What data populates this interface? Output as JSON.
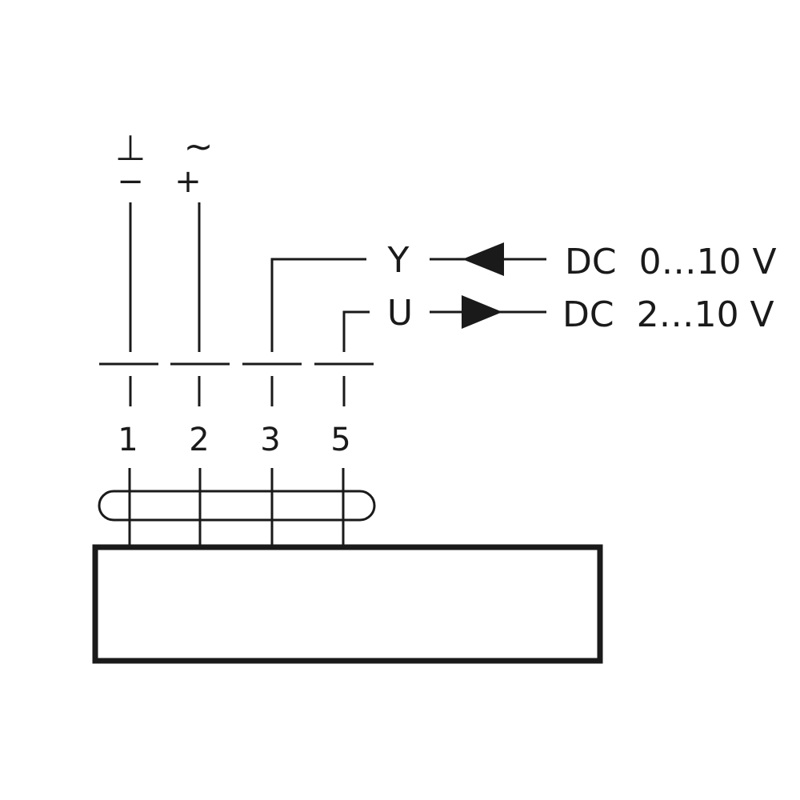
{
  "diagram": {
    "terminals": [
      {
        "number": "1",
        "symbol_top": "⊥",
        "symbol_bottom": "−"
      },
      {
        "number": "2",
        "symbol_top": "~",
        "symbol_bottom": "+"
      },
      {
        "number": "3"
      },
      {
        "number": "5"
      }
    ],
    "signals": [
      {
        "letter": "Y",
        "description": "DC  0…10 V",
        "direction": "input"
      },
      {
        "letter": "U",
        "description": "DC  2…10 V",
        "direction": "output"
      }
    ],
    "colors": {
      "line": "#1a1a1a",
      "background": "#ffffff"
    }
  }
}
